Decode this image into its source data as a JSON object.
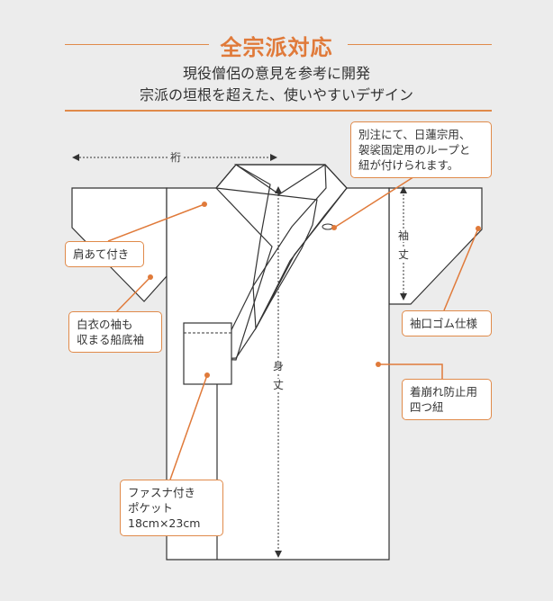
{
  "header": {
    "title": "全宗派対応",
    "tagline_1": "現役僧侶の意見を参考に開発",
    "tagline_2": "宗派の垣根を超えた、使いやすいデザイン"
  },
  "dimensions": {
    "sleeve_length": "裄",
    "sleeve_height_1": "袖",
    "sleeve_height_2": "丈",
    "body_length_1": "身",
    "body_length_2": "丈"
  },
  "callouts": {
    "loop": "別注にて、日蓮宗用、\n袈裟固定用のループと\n紐が付けられます。",
    "shoulder": "肩あて付き",
    "sleeve_cuff": "袖口ゴム仕様",
    "funazoko": "白衣の袖も\n収まる船底袖",
    "ties": "着崩れ防止用\n四つ紐",
    "pocket": "ファスナ付き\nポケット\n18cm×23cm"
  },
  "colors": {
    "accent": "#e07a3a",
    "background": "#ececec",
    "garment": "#ffffff",
    "outline": "#333333"
  }
}
